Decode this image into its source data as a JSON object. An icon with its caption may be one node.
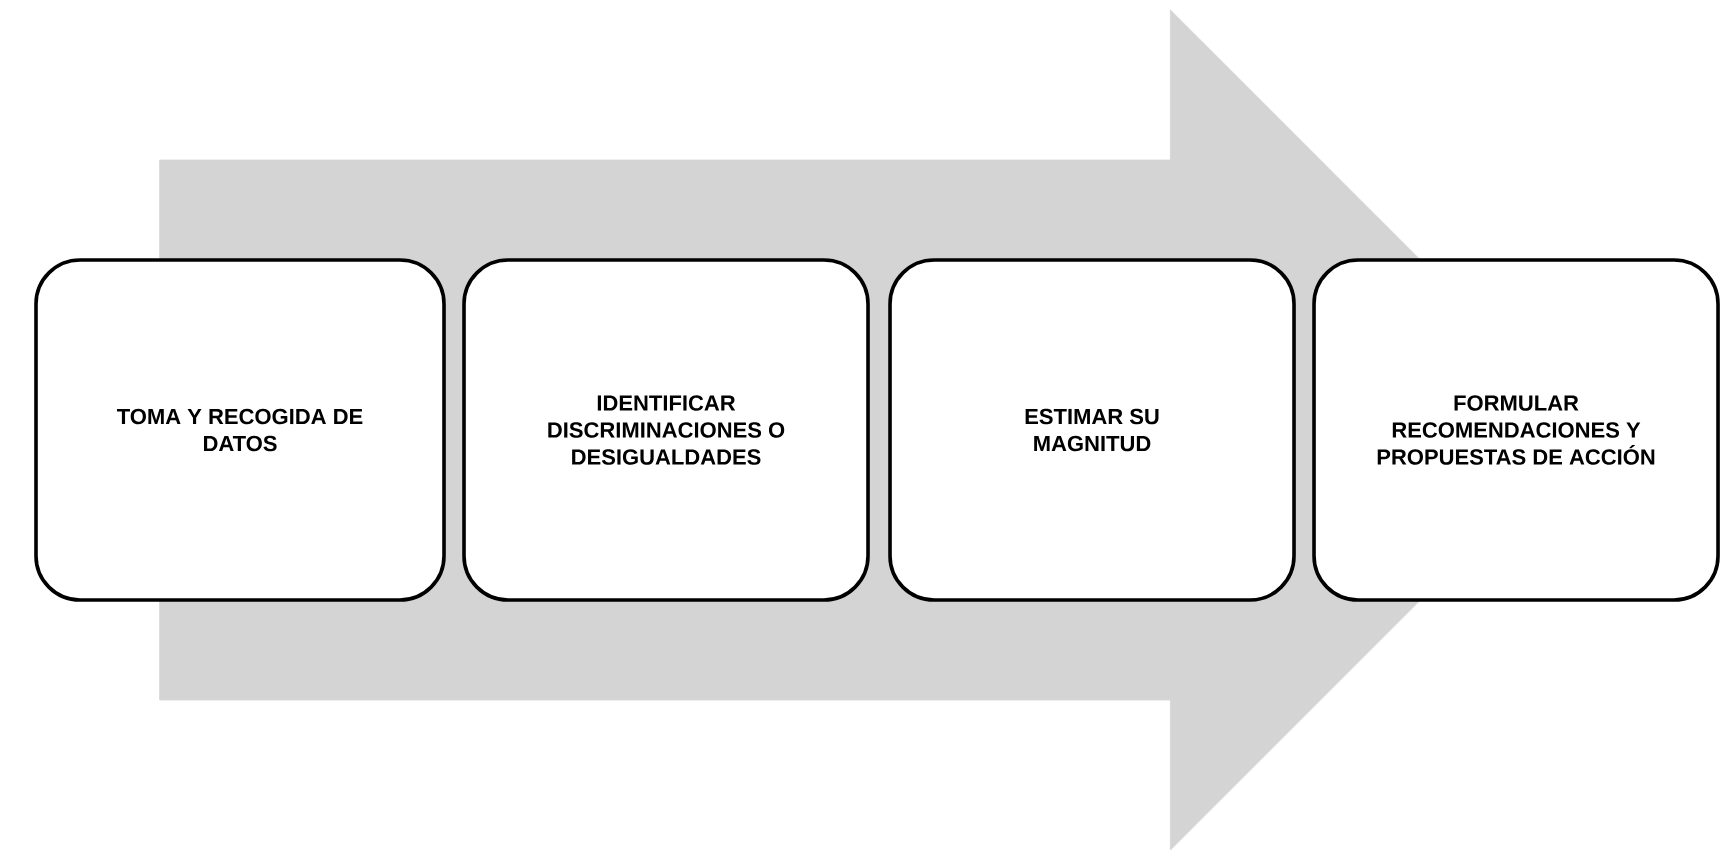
{
  "diagram": {
    "nodes": [
      {
        "text": [
          "TOMA Y RECOGIDA DE DATOS"
        ]
      },
      {
        "text": [
          "IDENTIFICAR DISCRIMINACIONES O DESIGUALDADES"
        ]
      },
      {
        "text": [
          "ESTIMAR SU MAGNITUD"
        ]
      },
      {
        "text": [
          "FORMULAR RECOMENDACIONES Y PROPUESTAS DE ACCIÓN"
        ]
      }
    ],
    "edges": [
      {
        "from": 0,
        "to": 3,
        "arrow": "to"
      }
    ]
  }
}
